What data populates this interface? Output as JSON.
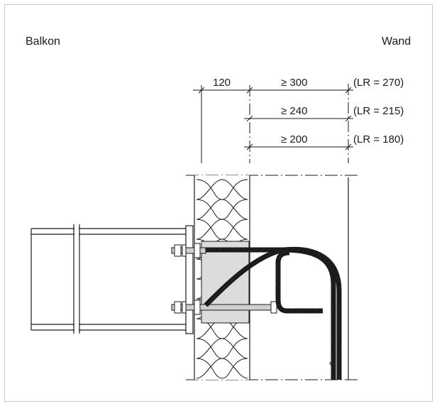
{
  "labels": {
    "left": "Balkon",
    "right": "Wand"
  },
  "dimensions": {
    "insulation_width": "120",
    "rows": [
      {
        "value": "≥ 300",
        "lr": "(LR = 270)"
      },
      {
        "value": "≥ 240",
        "lr": "(LR = 215)"
      },
      {
        "value": "≥ 200",
        "lr": "(LR = 180)"
      }
    ]
  },
  "colors": {
    "line": "#1a1a1a",
    "anchor_fill": "#cfcfcf",
    "block_fill": "#dcdcdc",
    "frame": "#c8c8c8"
  }
}
